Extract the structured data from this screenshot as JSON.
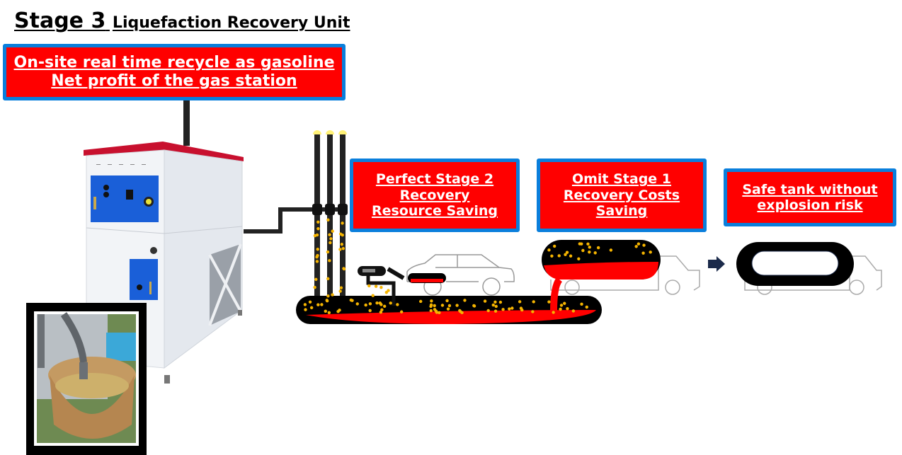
{
  "header": {
    "stage": "Stage 3",
    "unit": "Liquefaction Recovery Unit"
  },
  "callouts": {
    "main": [
      "On-site real time recycle as gasoline",
      "Net profit of the gas station"
    ],
    "stage2": [
      "Perfect Stage 2",
      "Recovery",
      "Resource Saving"
    ],
    "stage1": [
      "Omit Stage 1",
      "Recovery Costs",
      "Saving"
    ],
    "safe": [
      "Safe tank without",
      "explosion risk"
    ]
  },
  "colors": {
    "callout_fill": "#ff0000",
    "callout_border": "#0a7fdc",
    "liquid": "#ff0000",
    "vapor_dot": "#f5b400",
    "pipe": "#222222",
    "machine_panel": "#1a5fd8",
    "machine_roof": "#c8102e"
  },
  "icons": {
    "machine": "recovery-unit-machine",
    "photo": "fuel-outflow-photo",
    "vent_pipes": "vent-pipe-icon",
    "car": "car-outline-icon",
    "nozzle": "fuel-nozzle-icon",
    "tank_truck": "tank-truck-icon",
    "arrow": "arrow-right-icon"
  }
}
